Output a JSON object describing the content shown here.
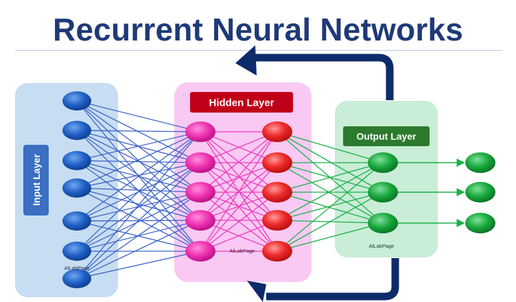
{
  "title": "Recurrent Neural Networks",
  "diagram": {
    "layers": {
      "input": {
        "label": "Input Layer",
        "nodes": 7,
        "watermark": "AlLabPage",
        "color": "#1f5fc4"
      },
      "hidden": {
        "label": "Hidden Layer",
        "columns": 2,
        "nodes_per_column": 5,
        "watermark": "AlLabPage",
        "color": "#ee2fb0"
      },
      "output": {
        "label": "Output Layer",
        "nodes": 3,
        "watermark": "AlLabPage",
        "color": "#16a63a"
      }
    },
    "outputs": {
      "nodes": 3
    },
    "connections": {
      "input_to_hidden": "fully-connected",
      "hidden_to_hidden": "fully-connected",
      "hidden_to_output": "fully-connected",
      "output_to_outputs": "one-to-one arrows"
    },
    "recurrent_loop": {
      "from": "output layer",
      "to": "hidden layer",
      "color": "#0d2a6b"
    },
    "colors": {
      "title": "#1f3a78",
      "input_panel": "#c7ddf1",
      "hidden_panel": "#f9c9f3",
      "output_panel": "#c9edd6",
      "hidden_label_box": "#c00018",
      "output_label_box": "#2c7a2e",
      "input_label_box": "#3a6fc1",
      "edge_input": "#3c63c9",
      "edge_hidden": "#ee38c0",
      "edge_output": "#19b046"
    }
  }
}
